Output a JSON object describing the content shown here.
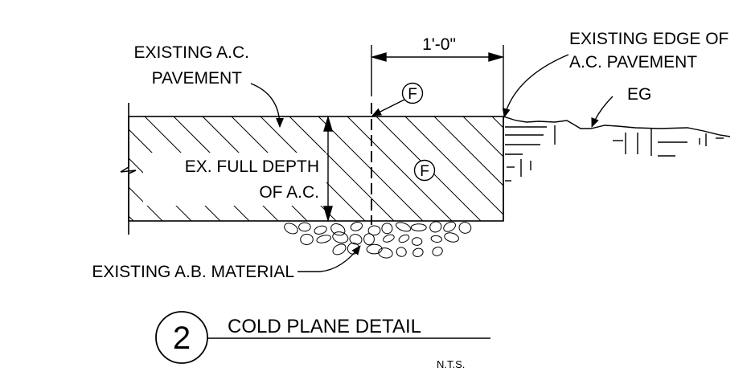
{
  "labels": {
    "existing_ac_line1": "EXISTING A.C.",
    "existing_ac_line2": "PAVEMENT",
    "dimension": "1'-0\"",
    "existing_edge_line1": "EXISTING EDGE OF",
    "existing_edge_line2": "A.C. PAVEMENT",
    "eg": "EG",
    "full_depth_line1": "EX. FULL DEPTH",
    "full_depth_line2": "OF A.C.",
    "ab_material": "EXISTING A.B. MATERIAL"
  },
  "tags": {
    "top": "F",
    "center": "F"
  },
  "title": {
    "number": "2",
    "text": "COLD PLANE DETAIL",
    "scale": "N.T.S."
  }
}
